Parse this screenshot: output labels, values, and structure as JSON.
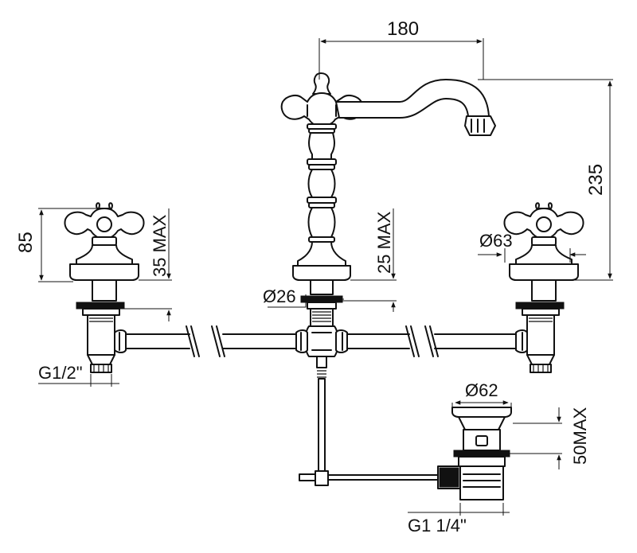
{
  "dimensions": {
    "spout_reach": "180",
    "spout_height": "235",
    "handle_height": "85",
    "handle_max": "35 MAX",
    "spout_base_max": "25 MAX",
    "handle_diameter": "Ø63",
    "spout_hole_diameter": "Ø26",
    "handle_thread": "G1/2\"",
    "drain_diameter": "Ø62",
    "drain_max": "50MAX",
    "drain_thread": "G1 1/4\""
  }
}
